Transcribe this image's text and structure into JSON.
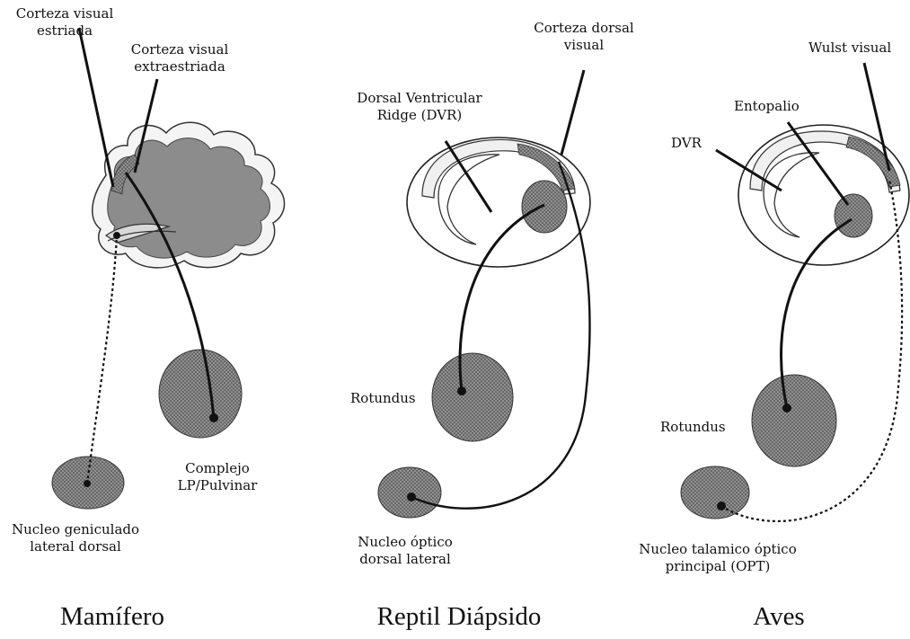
{
  "mammal": {
    "title": "Mamífero",
    "striate_cortex": [
      "Corteza visual",
      "estriada"
    ],
    "extrastriate_cortex": [
      "Corteza visual",
      "extraestriada"
    ],
    "lp_pulvinar": [
      "Complejo",
      "LP/Pulvinar"
    ],
    "lgn": [
      "Nucleo geniculado",
      "lateral dorsal"
    ]
  },
  "reptile": {
    "title": "Reptil Diápsido",
    "dorsal_cortex": [
      "Corteza dorsal",
      "visual"
    ],
    "dvr": [
      "Dorsal Ventricular",
      "Ridge (DVR)"
    ],
    "rotundus": "Rotundus",
    "optic_nucleus": [
      "Nucleo óptico",
      "dorsal lateral"
    ]
  },
  "birds": {
    "title": "Aves",
    "wulst": "Wulst visual",
    "entopallium": "Entopalio",
    "dvr": "DVR",
    "rotundus": "Rotundus",
    "opt": [
      "Nucleo talamico óptico",
      "principal (OPT)"
    ]
  },
  "colors": {
    "ink": "#111111",
    "fill": "#8a8a8a",
    "fill_dark": "#6e6e6e"
  }
}
